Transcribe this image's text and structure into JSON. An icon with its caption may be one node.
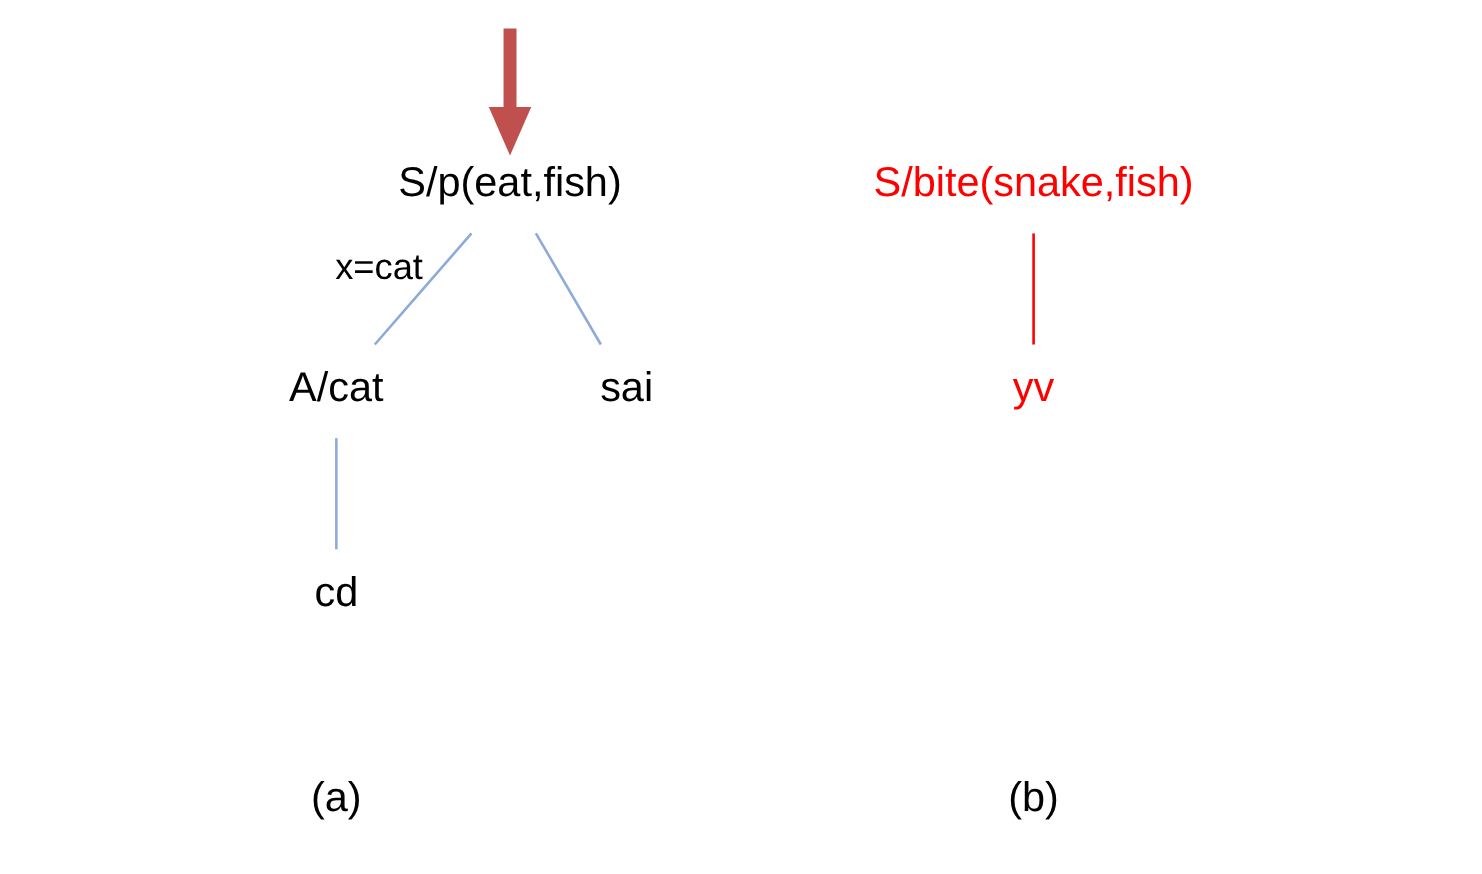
{
  "diagram": {
    "nodes": [
      {
        "text": [
          "S/p(eat,fish)"
        ]
      },
      {
        "text": [
          "A/cat"
        ]
      },
      {
        "text": [
          "sai"
        ]
      },
      {
        "text": [
          "cd"
        ]
      },
      {
        "text": [
          "S/bite(snake,fish)"
        ]
      },
      {
        "text": [
          "yv"
        ]
      }
    ],
    "edges": [
      {
        "from": null,
        "to": 0,
        "arrow": "to",
        "style": "thick",
        "color": "#c0504d"
      },
      {
        "from": 0,
        "to": 1,
        "arrow": "none",
        "label": "x=cat"
      },
      {
        "from": 0,
        "to": 2,
        "arrow": "none"
      },
      {
        "from": 1,
        "to": 3,
        "arrow": "none"
      },
      {
        "from": 4,
        "to": 5,
        "arrow": "none",
        "color": "#ff0000"
      }
    ],
    "labels": [
      "(a)",
      "(b)"
    ]
  }
}
